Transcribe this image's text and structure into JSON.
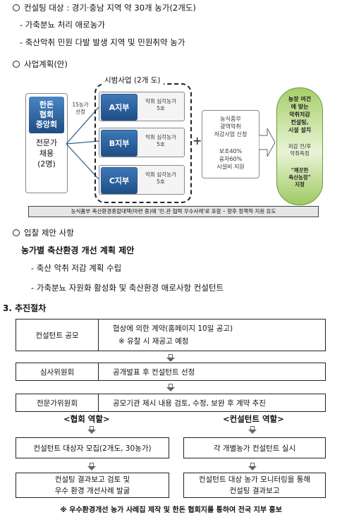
{
  "top": {
    "line1": "컨설팅 대상 : 경기·충남 지역 약 30개 농가(2개도)",
    "line2": "- 가축분뇨 처리 애로농가",
    "line3": "- 축산악취 민원 다발 발생 지역 및 민원취약 농가",
    "plan_heading": "사업계획(안)"
  },
  "diagram": {
    "org_name": "한돈\n협회\n중앙회",
    "org_sub": "전문가\n채용\n(2명)",
    "select_label": "15농가\n선정",
    "pilot_title": "시범사업 (2개 도)",
    "branches": [
      {
        "name": "A지부",
        "note": "악취 심각농가\n5호"
      },
      {
        "name": "B지부",
        "note": "악취 심각농가\n5호"
      },
      {
        "name": "C지부",
        "note": "악취 심각농가\n5호"
      }
    ],
    "plus": "+",
    "support_top": "농식품부\n광역악취\n저감사업 신청",
    "support_bottom": "보조40%\n융자60%\n시설비 지원",
    "result_top": "농장 여건\n에 맞는\n악취저감\n컨설팅,\n시설 설치",
    "result_mid": "저감 전/후\n악취측정",
    "result_bottom": "\"깨끗한\n축산농장\"\n지정",
    "footer": "농식품부 축산환경종합대책(마련 중)에 '민.관 협력 우수사례'로 포함 – 향후 정책적 지원 유도"
  },
  "bid": {
    "heading": "입찰 제안 사항",
    "title": "농가별 축산환경 개선 계획 제안",
    "item1": "- 축산 악취 저감 계획 수립",
    "item2": "- 가축분뇨 자원화 활성화 및 축산환경 애로사항 컨설턴트"
  },
  "procedure": {
    "heading": "3. 추진절차",
    "row1_left": "컨설턴트 공모",
    "row1_right_1": "협상에 의한 계약(홈페이지 10일 공고)",
    "row1_right_2": "※ 유찰 시 재공고 예정",
    "row2_left": "심사위원회",
    "row2_right": "공개발표 후 컨설턴트 선정",
    "row3_left": "전문가위원회",
    "row3_right": "공모기관 제시 내용 검토, 수정, 보완 후 계약 추진",
    "assoc_role": "<협회 역할>",
    "consult_role": "<컨설턴트 역할>",
    "assoc1": "컨설턴트 대상자 모집(2개도, 30농가)",
    "assoc2_1": "컨설팅 결과보고 검토 및",
    "assoc2_2": "우수 환경 개선사례 발굴",
    "cons1": "각 개별농가 컨설턴트 실시",
    "cons2_1": "컨설턴트 대상 농가 모니터링을 통해",
    "cons2_2": "컨설팅 결과보고",
    "note": "※ 우수환경개선 농가 사례집 제작 및 한돈 협회지를 통하여 전국 지부 홍보"
  }
}
